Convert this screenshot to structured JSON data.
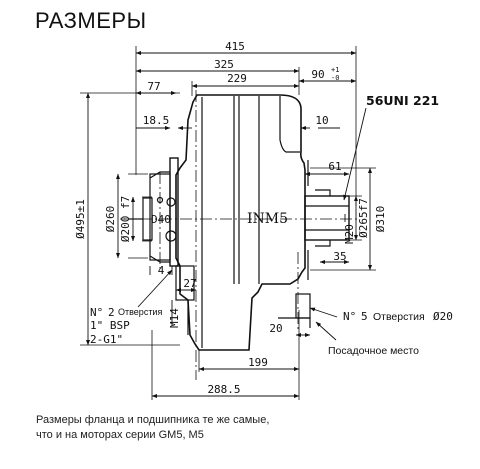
{
  "title": "РАЗМЕРЫ",
  "model_label": "INM5",
  "shaft_label": "56UNI 221",
  "dimensions": {
    "overall_length": "415",
    "length_325": "325",
    "length_229": "229",
    "length_90": "90",
    "tol_90_upper": "+1",
    "tol_90_lower": "-0",
    "length_77": "77",
    "length_18_5": "18.5",
    "length_10": "10",
    "length_61": "61",
    "length_35": "35",
    "length_27": "27",
    "length_20": "20",
    "length_199": "199",
    "length_288_5": "288.5",
    "diam_495": "Ø495±1",
    "diam_260": "Ø260",
    "diam_200": "Ø200 f7",
    "d40": "D40",
    "width_4": "4",
    "m14": "M14",
    "m20": "M20",
    "diam_265": "Ø265f7",
    "diam_310": "Ø310"
  },
  "ports": {
    "left_line1_prefix": "N°",
    "left_line1_count": "2",
    "left_line1_text": "Отверстия",
    "left_line2": "1\" BSP",
    "left_line3": "2-G1\"",
    "right_prefix": "N°",
    "right_count": "5",
    "right_text": "Отверстия",
    "right_diam": "Ø20"
  },
  "fit_label": "Посадочное место",
  "footnote": {
    "line1": "Размеры фланца и подшипника те же самые,",
    "line2": "что и на моторах серии GM5, M5"
  }
}
